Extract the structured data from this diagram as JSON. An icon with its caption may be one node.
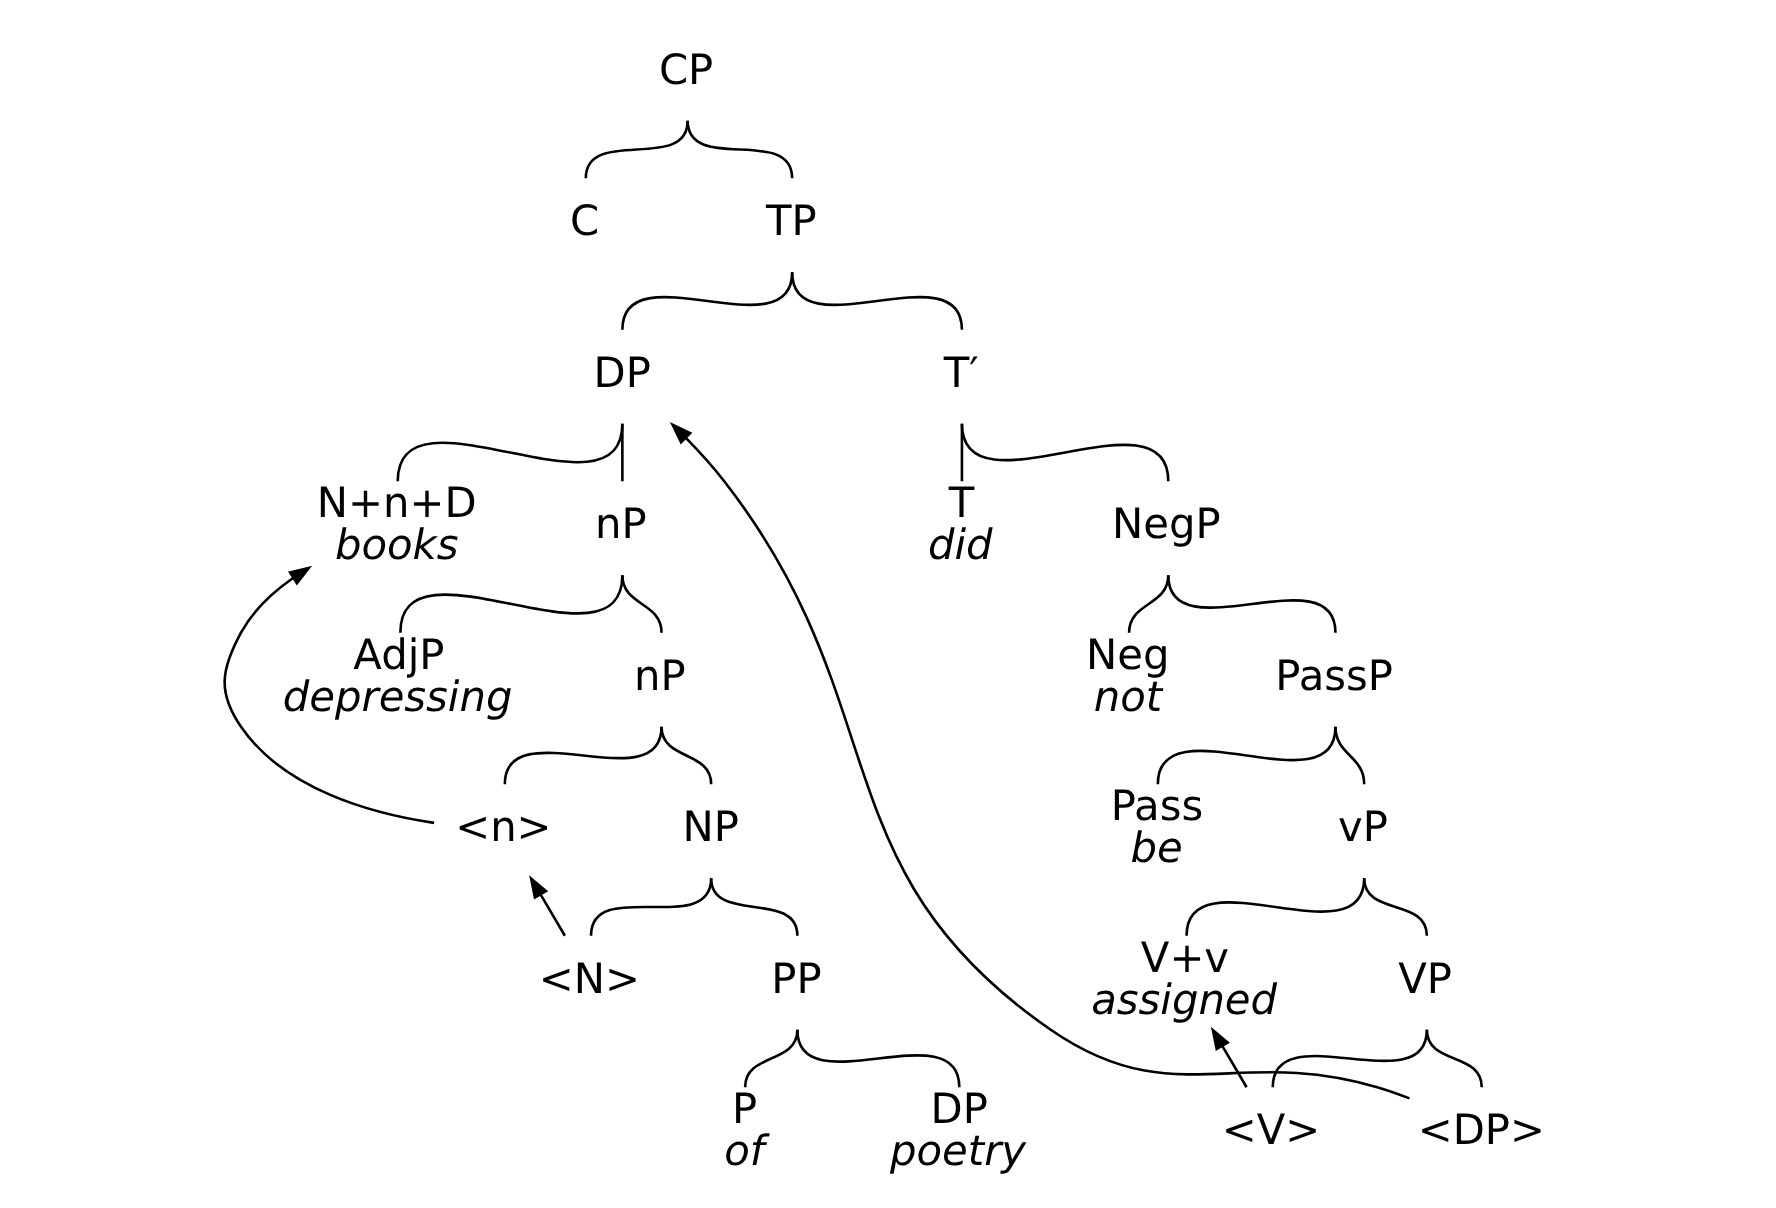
{
  "diagram": {
    "nodes": [
      {
        "text": [
          "CP"
        ]
      },
      {
        "text": [
          "C"
        ]
      },
      {
        "text": [
          "TP"
        ]
      },
      {
        "text": [
          "DP"
        ]
      },
      {
        "text": [
          "T′"
        ]
      },
      {
        "text": [
          "N+n+D",
          "books"
        ]
      },
      {
        "text": [
          "nP"
        ]
      },
      {
        "text": [
          "T",
          "did"
        ]
      },
      {
        "text": [
          "NegP"
        ]
      },
      {
        "text": [
          "AdjP",
          "depressing"
        ]
      },
      {
        "text": [
          "nP"
        ]
      },
      {
        "text": [
          "Neg",
          "not"
        ]
      },
      {
        "text": [
          "PassP"
        ]
      },
      {
        "text": [
          "<n>"
        ]
      },
      {
        "text": [
          "NP"
        ]
      },
      {
        "text": [
          "Pass",
          "be"
        ]
      },
      {
        "text": [
          "vP"
        ]
      },
      {
        "text": [
          "<N>"
        ]
      },
      {
        "text": [
          "PP"
        ]
      },
      {
        "text": [
          "V+v",
          "assigned"
        ]
      },
      {
        "text": [
          "VP"
        ]
      },
      {
        "text": [
          "P",
          "of"
        ]
      },
      {
        "text": [
          "DP",
          "poetry"
        ]
      },
      {
        "text": [
          "<V>"
        ]
      },
      {
        "text": [
          "<DP>"
        ]
      }
    ],
    "edges": [
      {
        "from": 0,
        "to": 1,
        "arrow": "none"
      },
      {
        "from": 0,
        "to": 2,
        "arrow": "none"
      },
      {
        "from": 2,
        "to": 3,
        "arrow": "none"
      },
      {
        "from": 2,
        "to": 4,
        "arrow": "none"
      },
      {
        "from": 3,
        "to": 5,
        "arrow": "none"
      },
      {
        "from": 3,
        "to": 6,
        "arrow": "none"
      },
      {
        "from": 4,
        "to": 7,
        "arrow": "none"
      },
      {
        "from": 4,
        "to": 8,
        "arrow": "none"
      },
      {
        "from": 6,
        "to": 9,
        "arrow": "none"
      },
      {
        "from": 6,
        "to": 10,
        "arrow": "none"
      },
      {
        "from": 8,
        "to": 11,
        "arrow": "none"
      },
      {
        "from": 8,
        "to": 12,
        "arrow": "none"
      },
      {
        "from": 10,
        "to": 13,
        "arrow": "none"
      },
      {
        "from": 10,
        "to": 14,
        "arrow": "none"
      },
      {
        "from": 12,
        "to": 15,
        "arrow": "none"
      },
      {
        "from": 12,
        "to": 16,
        "arrow": "none"
      },
      {
        "from": 14,
        "to": 17,
        "arrow": "none"
      },
      {
        "from": 14,
        "to": 18,
        "arrow": "none"
      },
      {
        "from": 16,
        "to": 19,
        "arrow": "none"
      },
      {
        "from": 16,
        "to": 20,
        "arrow": "none"
      },
      {
        "from": 18,
        "to": 21,
        "arrow": "none"
      },
      {
        "from": 18,
        "to": 22,
        "arrow": "none"
      },
      {
        "from": 20,
        "to": 23,
        "arrow": "none"
      },
      {
        "from": 20,
        "to": 24,
        "arrow": "none"
      },
      {
        "from": 13,
        "to": 5,
        "arrow": "to"
      },
      {
        "from": 17,
        "to": 13,
        "arrow": "to"
      },
      {
        "from": 23,
        "to": 19,
        "arrow": "to"
      },
      {
        "from": 24,
        "to": 3,
        "arrow": "to"
      }
    ]
  }
}
